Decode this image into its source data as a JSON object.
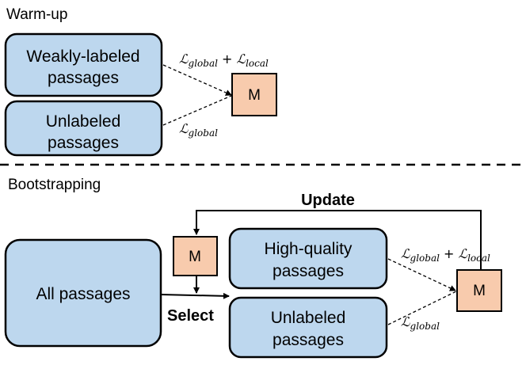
{
  "warmup": {
    "heading": "Warm-up",
    "box_weak": {
      "line1": "Weakly-labeled",
      "line2": "passages"
    },
    "box_unlabeled": {
      "line1": "Unlabeled",
      "line2": "passages"
    },
    "model": "M",
    "top_loss": {
      "global": "ℒ",
      "global_sub": "global",
      "plus": " + ",
      "local": "ℒ",
      "local_sub": "local"
    },
    "bottom_loss": {
      "global": "ℒ",
      "global_sub": "global"
    }
  },
  "bootstrapping": {
    "heading": "Bootstrapping",
    "box_all": "All passages",
    "selector_model": "M",
    "select_label": "Select",
    "update_label": "Update",
    "box_high": {
      "line1": "High-quality",
      "line2": "passages"
    },
    "box_unlabeled": {
      "line1": "Unlabeled",
      "line2": "passages"
    },
    "model": "M",
    "top_loss": {
      "global": "ℒ",
      "global_sub": "global",
      "plus": " + ",
      "local": "ℒ",
      "local_sub": "local"
    },
    "bottom_loss": {
      "global": "ℒ",
      "global_sub": "global"
    }
  }
}
